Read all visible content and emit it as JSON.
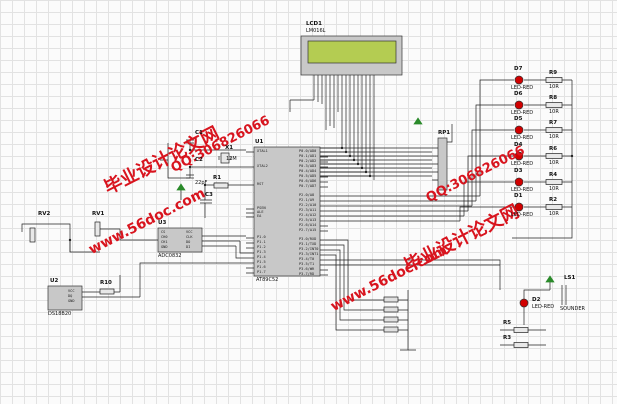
{
  "components": {
    "lcd": {
      "ref": "LCD1",
      "part": "LM016L"
    },
    "mcu": {
      "ref": "U1",
      "part": "AT89C52"
    },
    "crystal": {
      "ref": "X1",
      "value": "12M"
    },
    "cap_c1": {
      "ref": "C1"
    },
    "cap_c2": {
      "ref": "C2",
      "value": "22pF"
    },
    "cap_c3": {
      "ref": "C3"
    },
    "r1": {
      "ref": "R1"
    },
    "rp1": {
      "ref": "RP1"
    },
    "rv2": {
      "ref": "RV2"
    },
    "rv1": {
      "ref": "RV1"
    },
    "adc": {
      "ref": "U3",
      "part": "ADC0832"
    },
    "sensor": {
      "ref": "U2",
      "part": "DS18B20"
    },
    "r10": {
      "ref": "R10"
    },
    "ls1": {
      "ref": "LS1",
      "part": "SOUNDER"
    },
    "d2": {
      "ref": "D2",
      "part": "LED-RED"
    },
    "r5": {
      "ref": "R5"
    },
    "r3": {
      "ref": "R3"
    },
    "leds": [
      {
        "ref": "D7",
        "part": "LED-RED",
        "res": "R9",
        "res_val": "10R"
      },
      {
        "ref": "D6",
        "part": "LED-RED",
        "res": "R8",
        "res_val": "10R"
      },
      {
        "ref": "D5",
        "part": "LED-RED",
        "res": "R7",
        "res_val": "10R"
      },
      {
        "ref": "D4",
        "part": "LED-RED",
        "res": "R6",
        "res_val": "10R"
      },
      {
        "ref": "D3",
        "part": "LED-RED",
        "res": "R4",
        "res_val": "10R"
      },
      {
        "ref": "D1",
        "part": "LED-RED",
        "res": "R2",
        "res_val": "10R"
      }
    ]
  },
  "mcu_pins_left": [
    "XTAL1",
    "XTAL2",
    "RST",
    "PSEN",
    "ALE",
    "EA",
    "P1.0",
    "P1.1",
    "P1.2",
    "P1.3",
    "P1.4",
    "P1.5",
    "P1.6",
    "P1.7"
  ],
  "mcu_pins_right": [
    "P0.0/AD0",
    "P0.1/AD1",
    "P0.2/AD2",
    "P0.3/AD3",
    "P0.4/AD4",
    "P0.5/AD5",
    "P0.6/AD6",
    "P0.7/AD7",
    "P2.0/A8",
    "P2.1/A9",
    "P2.2/A10",
    "P2.3/A11",
    "P2.4/A12",
    "P2.5/A13",
    "P2.6/A14",
    "P2.7/A15",
    "P3.0/RXD",
    "P3.1/TXD",
    "P3.2/INT0",
    "P3.3/INT1",
    "P3.4/T0",
    "P3.5/T1",
    "P3.6/WR",
    "P3.7/RD"
  ],
  "adc_pins": [
    "CS",
    "CH0",
    "CH1",
    "GND",
    "VCC",
    "CLK",
    "DO",
    "DI"
  ],
  "sensor_pins": [
    "VCC",
    "DQ",
    "GND"
  ],
  "watermarks": {
    "cn_top": "毕业设计论文网",
    "qq_top": "QQ:306826066",
    "url_left": "www.56doc.com",
    "url_mid": "www.56doc.com",
    "cn_bottom": "毕业设计论文网",
    "qq_right": "QQ:306826066"
  }
}
